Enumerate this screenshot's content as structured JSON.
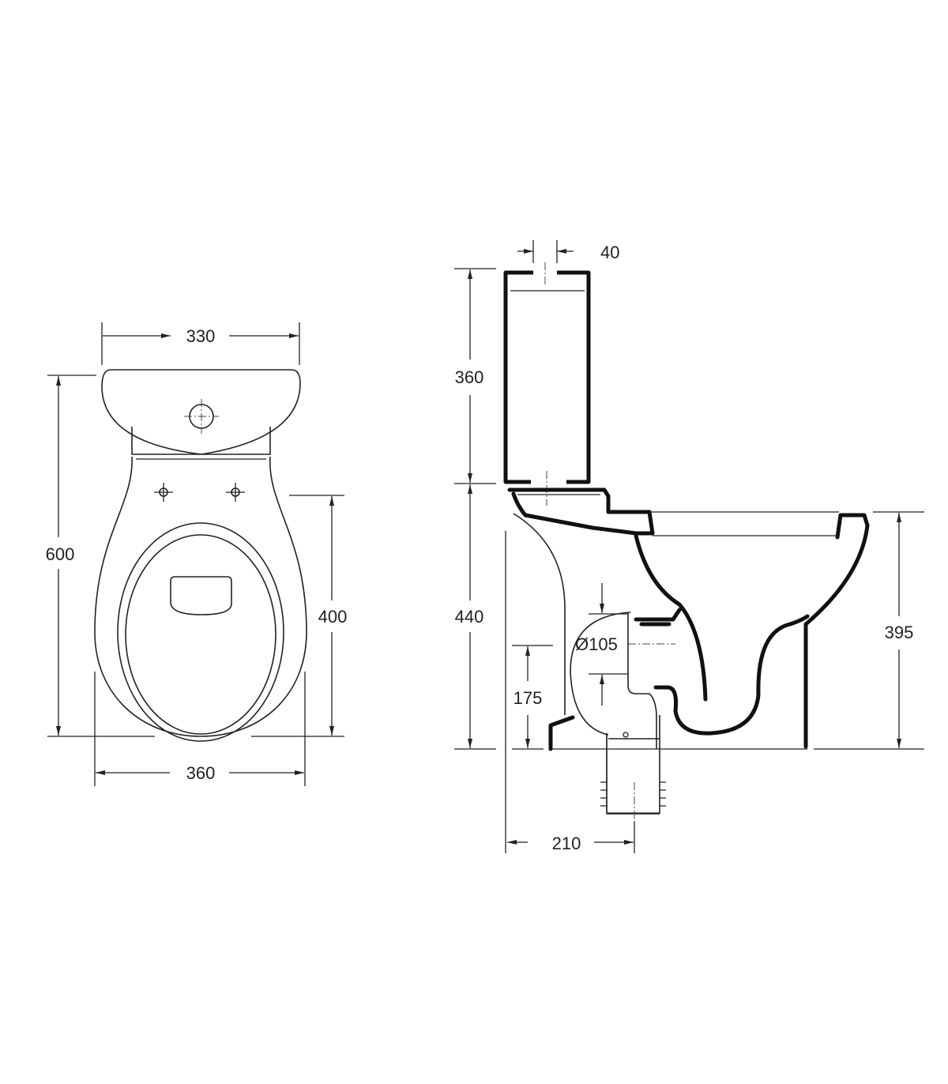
{
  "drawing": {
    "front_view": {
      "dimensions": {
        "tank_width": "330",
        "total_depth": "600",
        "bowl_depth": "400",
        "bowl_width": "360"
      }
    },
    "side_view": {
      "dimensions": {
        "inlet_offset": "40",
        "tank_height": "360",
        "pan_height": "440",
        "rim_height": "395",
        "outlet_height": "175",
        "outlet_diameter": "Ø105",
        "outlet_setback": "210"
      }
    },
    "line_color": "#222222"
  }
}
